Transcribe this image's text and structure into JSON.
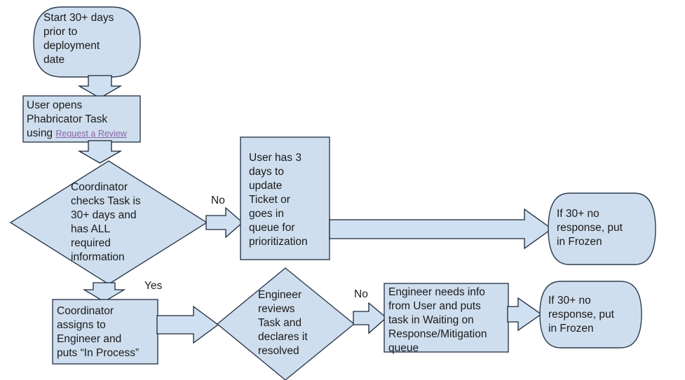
{
  "diagram": {
    "title": "Phabricator deployment review request workflow",
    "colors": {
      "node_fill": "#cfdeee",
      "node_stroke": "#2d3c4e",
      "arrow_fill": "#cfe0f2",
      "arrow_stroke": "#1b2735",
      "text": "#1a1a1a",
      "link": "#8a64a8",
      "background": "#ffffff"
    },
    "nodes": [
      {
        "id": "start",
        "shape": "terminator",
        "text": "Start 30+ days\nprior to\ndeployment\ndate"
      },
      {
        "id": "open-task",
        "shape": "process",
        "text_before_link": "User opens\nPhabricator Task\nusing ",
        "link_text": "Request a Review"
      },
      {
        "id": "coordinator-check",
        "shape": "decision",
        "text": "Coordinator\nchecks Task is\n30+ days and\nhas ALL\nrequired\ninformation"
      },
      {
        "id": "user-three-days",
        "shape": "process",
        "text": "User has 3\ndays to\nupdate\nTicket or\ngoes in\nqueue for\nprioritization"
      },
      {
        "id": "frozen-top",
        "shape": "terminator",
        "text": "If 30+ no\nresponse, put\nin Frozen"
      },
      {
        "id": "coordinator-assign",
        "shape": "process",
        "text": "Coordinator\nassigns to\nEngineer and\nputs “In Process”"
      },
      {
        "id": "engineer-review",
        "shape": "decision",
        "text": "Engineer\nreviews\nTask and\ndeclares it\nresolved"
      },
      {
        "id": "engineer-needs-info",
        "shape": "process",
        "text": "Engineer needs info\nfrom User and puts\ntask in Waiting on\nResponse/Mitigation\nqueue"
      },
      {
        "id": "frozen-bottom",
        "shape": "terminator",
        "text": "If 30+ no\nresponse, put\nin Frozen"
      }
    ],
    "edge_labels": {
      "no_top": "No",
      "yes": "Yes",
      "no_bottom": "No"
    }
  }
}
